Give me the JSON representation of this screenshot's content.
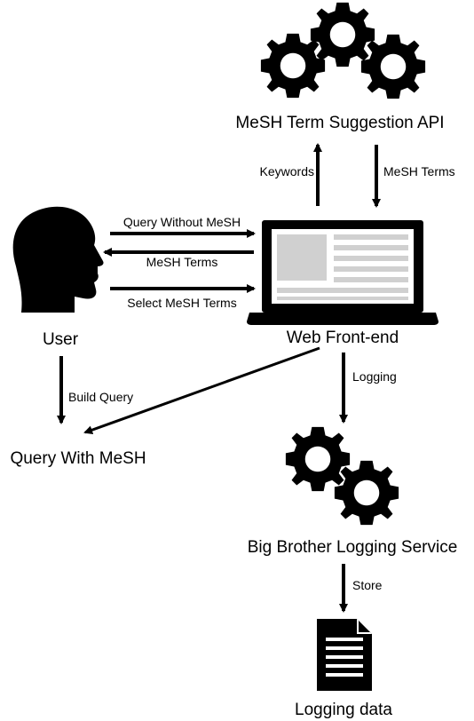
{
  "nodes": {
    "api": "MeSH Term Suggestion API",
    "user": "User",
    "frontend": "Web Front-end",
    "query_with_mesh": "Query With MeSH",
    "logging_service": "Big Brother Logging Service",
    "logging_data": "Logging data"
  },
  "edges": {
    "keywords": "Keywords",
    "mesh_terms_api": "MeSH Terms",
    "query_without_mesh": "Query Without MeSH",
    "mesh_terms_user": "MeSH Terms",
    "select_mesh_terms": "Select MeSH Terms",
    "build_query": "Build Query",
    "logging": "Logging",
    "store": "Store"
  },
  "icons": {
    "api": "gears-icon",
    "user": "user-head-icon",
    "frontend": "laptop-icon",
    "logging_service": "gears-icon",
    "logging_data": "document-icon"
  }
}
